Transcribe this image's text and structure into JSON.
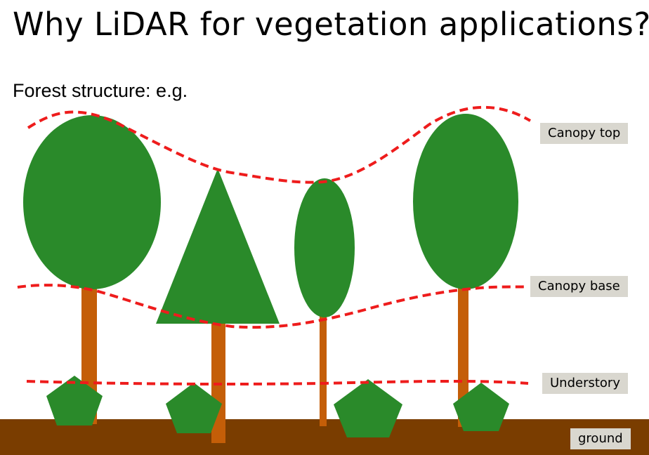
{
  "slide": {
    "title": "Why LiDAR for vegetation applications?",
    "subtitle": "Forest structure: e.g."
  },
  "labels": {
    "canopy_top": "Canopy top",
    "canopy_base": "Canopy base",
    "understory": "Understory",
    "ground": "ground"
  },
  "colors": {
    "foliage": "#2a8a2a",
    "trunk": "#c45e08",
    "ground": "#7a3d00",
    "boundary_line": "#ee1c1c",
    "label_background": "#d9d7cf"
  }
}
